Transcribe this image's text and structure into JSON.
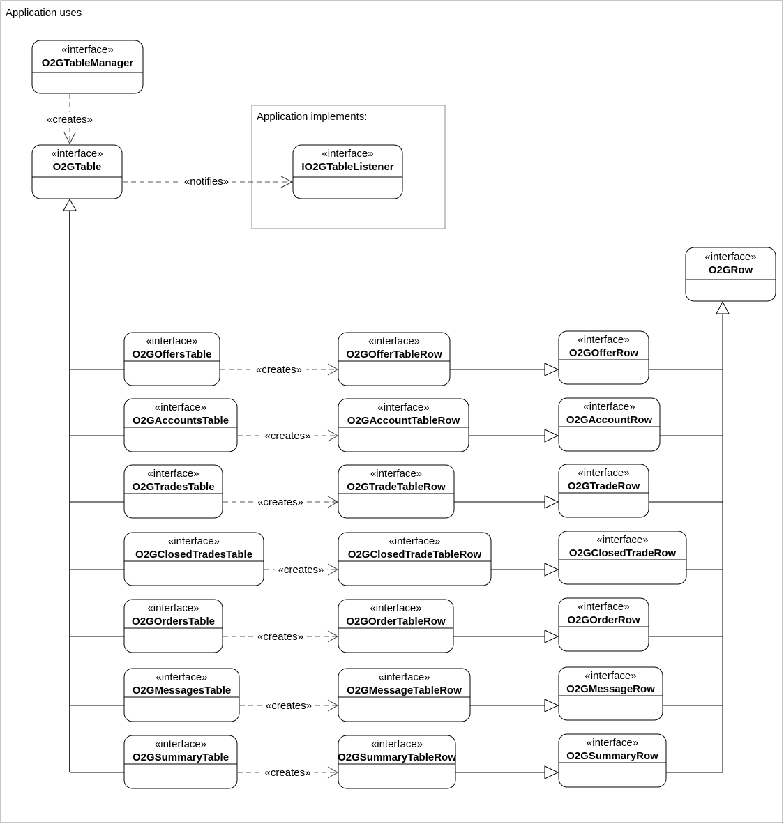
{
  "frame_title": "Application uses",
  "implements_title": "Application implements:",
  "stereotype": "«interface»",
  "creates_label": "«creates»",
  "notifies_label": "«notifies»",
  "nodes": {
    "manager": "O2GTableManager",
    "table": "O2GTable",
    "listener": "IO2GTableListener",
    "row": "O2GRow"
  },
  "rows": [
    {
      "table": "O2GOffersTable",
      "table_row": "O2GOfferTableRow",
      "row": "O2GOfferRow"
    },
    {
      "table": "O2GAccountsTable",
      "table_row": "O2GAccountTableRow",
      "row": "O2GAccountRow"
    },
    {
      "table": "O2GTradesTable",
      "table_row": "O2GTradeTableRow",
      "row": "O2GTradeRow"
    },
    {
      "table": "O2GClosedTradesTable",
      "table_row": "O2GClosedTradeTableRow",
      "row": "O2GClosedTradeRow"
    },
    {
      "table": "O2GOrdersTable",
      "table_row": "O2GOrderTableRow",
      "row": "O2GOrderRow"
    },
    {
      "table": "O2GMessagesTable",
      "table_row": "O2GMessageTableRow",
      "row": "O2GMessageRow"
    },
    {
      "table": "O2GSummaryTable",
      "table_row": "O2GSummaryTableRow",
      "row": "O2GSummaryRow"
    }
  ]
}
